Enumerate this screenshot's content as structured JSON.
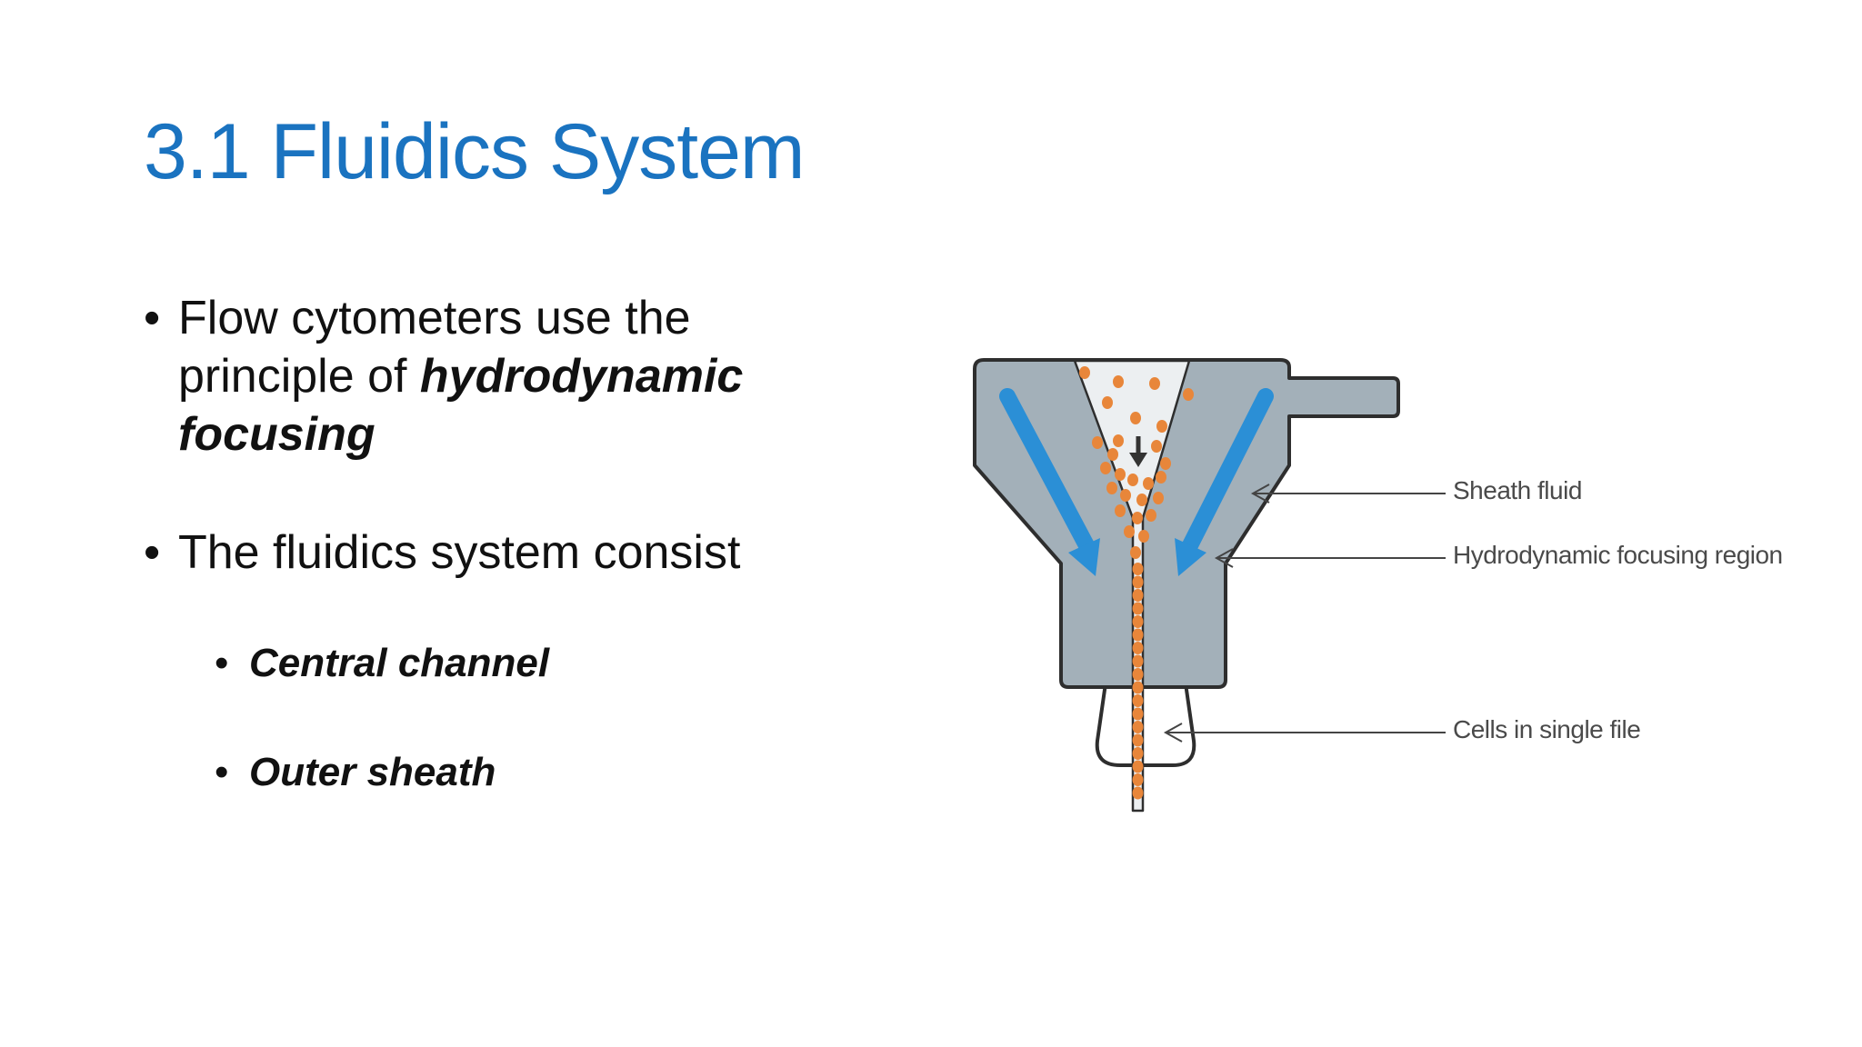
{
  "slide": {
    "title": "3.1 Fluidics System",
    "bullets": {
      "bullet_char": "•",
      "item1_prefix": "Flow cytometers use the principle of ",
      "item1_emphasis": "hydrodynamic focusing",
      "item2": "The fluidics system consist",
      "sub_items": [
        "Central channel",
        "Outer sheath"
      ]
    }
  },
  "diagram": {
    "labels": {
      "sheath_fluid": "Sheath fluid",
      "focusing_region": "Hydrodynamic focusing region",
      "cells_single_file": "Cells in single file"
    },
    "colors": {
      "body": "#a3b0b9",
      "body_outline": "#2e2e2e",
      "flow_arrows": "#2b8fd6",
      "cells": "#e8863a",
      "channel": "#eceff1",
      "label_text": "#4a4a4a"
    }
  }
}
